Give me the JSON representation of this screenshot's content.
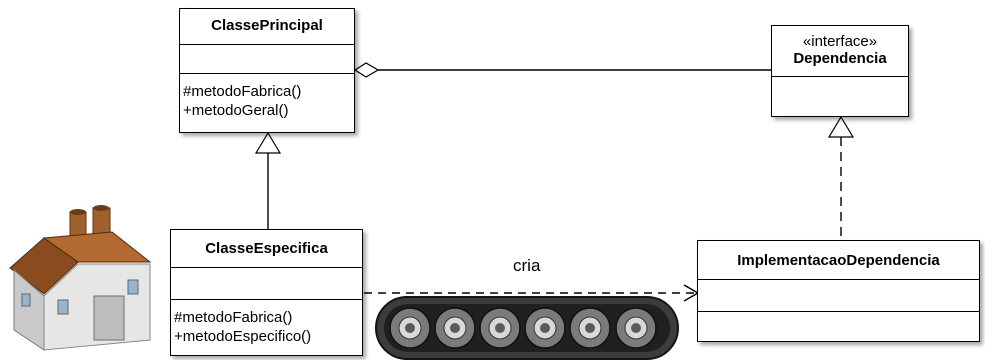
{
  "classes": {
    "principal": {
      "name": "ClassePrincipal",
      "operations": [
        "#metodoFabrica()",
        "+metodoGeral()"
      ]
    },
    "especifica": {
      "name": "ClasseEspecifica",
      "operations": [
        "#metodoFabrica()",
        "+metodoEspecifico()"
      ]
    },
    "dependencia": {
      "stereotype": "«interface»",
      "name": "Dependencia"
    },
    "implementacao": {
      "name": "ImplementacaoDependencia"
    }
  },
  "relations": {
    "creates_label": "cria"
  },
  "icons": [
    "factory-icon",
    "conveyor-belt-icon"
  ]
}
